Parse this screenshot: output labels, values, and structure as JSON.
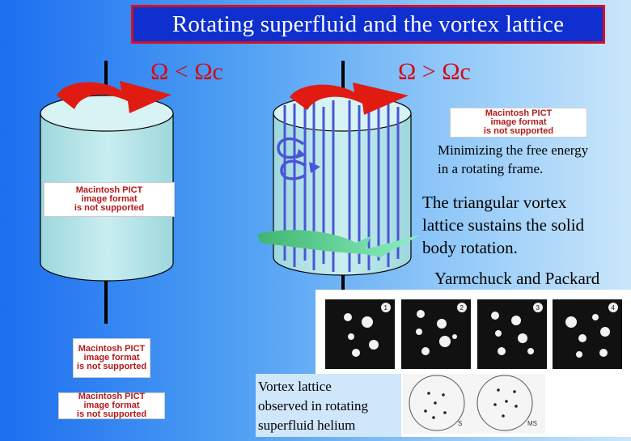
{
  "title": "Rotating superfluid and the vortex lattice",
  "left_condition": "Ω < Ωc",
  "right_condition": "Ω > Ωc",
  "text_minimizing": [
    "Minimizing the free energy",
    "in a rotating frame."
  ],
  "text_triangular": [
    "The triangular vortex",
    "lattice sustains the solid",
    "body rotation."
  ],
  "text_authors": "Yarmchuck and Packard",
  "text_observed": [
    "Vortex lattice",
    "observed in rotating",
    "superfluid helium"
  ],
  "pict_placeholder": "Macintosh PICT\nimage format\nis not supported",
  "photo_labels": [
    "1",
    "2",
    "3",
    "4"
  ],
  "diagram_labels": [
    "S",
    "MS"
  ],
  "colors": {
    "title_bg": "#0f2fcf",
    "title_border": "#d80f1f",
    "arrow_red": "#e01b12",
    "arrow_green": "#4fc98a",
    "vortex_line": "#4a55d6"
  }
}
